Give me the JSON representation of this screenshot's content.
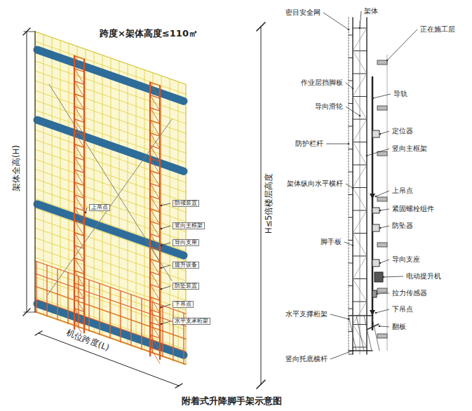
{
  "diagram": {
    "caption": "附着式升降脚手架示意图",
    "labels": [
      "跨度×架体高度≤110㎡",
      "架体全高(H)",
      "上吊点",
      "防倾装置",
      "竖向主框架",
      "导向支座",
      "提升设备",
      "防坠装置",
      "下吊点",
      "水平支承桁架",
      "机位跨度(L)",
      "密目安全网",
      "架体",
      "正在施工层",
      "作业层挡脚板",
      "导轨",
      "导向滑轮",
      "定位器",
      "防护栏杆",
      "竖向主框架",
      "H≤5倍楼层高度",
      "架体纵向水平横杆",
      "上吊点",
      "紧固螺栓组件",
      "防坠器",
      "脚手板",
      "导向支座",
      "电动提升机",
      "拉力传感器",
      "下吊点",
      "水平支撑桁架",
      "翻板",
      "竖向托底横杆"
    ]
  }
}
